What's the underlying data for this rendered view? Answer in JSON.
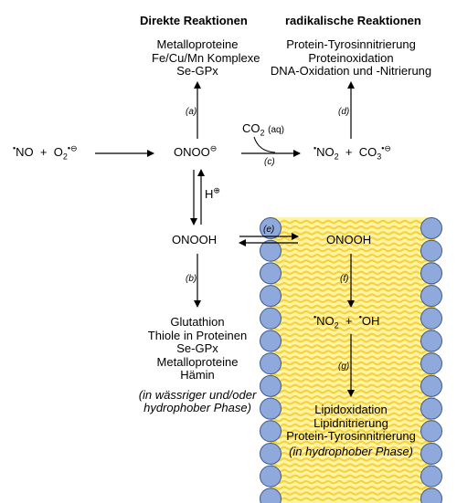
{
  "headers": {
    "direct": "Direkte Reaktionen",
    "radical": "radikalische Reaktionen"
  },
  "direct_targets": [
    "Metalloproteine",
    "Fe/Cu/Mn Komplexe",
    "Se-GPx"
  ],
  "radical_targets": [
    "Protein-Tyrosinnitrierung",
    "Proteinoxidation",
    "DNA-Oxidation und -Nitrierung"
  ],
  "species": {
    "no": "NO",
    "plus1": "+",
    "o2": "O",
    "o2_sub": "2",
    "dot": "•",
    "minus": "⊖",
    "onoo": "ONOO",
    "co2": "CO",
    "co2_sub": "2",
    "co2_aq": "(aq)",
    "no2": "NO",
    "no2_sub": "2",
    "plus2": "+",
    "co3": "CO",
    "co3_sub": "3",
    "h_plus": "H",
    "plus_sign": "⊕",
    "onooh_left": "ONOOH",
    "onooh_right": "ONOOH",
    "no2_right": "NO",
    "no2_right_sub": "2",
    "plus3": "+",
    "oh": "OH"
  },
  "labels": {
    "a": "(a)",
    "b": "(b)",
    "c": "(c)",
    "d": "(d)",
    "e": "(e)",
    "f": "(f)",
    "g": "(g)"
  },
  "aqueous_targets": [
    "Glutathion",
    "Thiole in Proteinen",
    "Se-GPx",
    "Metalloproteine",
    "Hämin"
  ],
  "aqueous_note": [
    "(in wässriger und/oder",
    "hydrophober Phase)"
  ],
  "lipid_targets": [
    "Lipidoxidation",
    "Lipidnitrierung",
    "Protein-Tyrosinnitrierung"
  ],
  "lipid_note": "(in hydrophober Phase)",
  "colors": {
    "membrane_fill": "#fff3a6",
    "membrane_wave": "#f7d23a",
    "head_fill": "#8fa9dc",
    "head_stroke": "#3d5a8c"
  }
}
